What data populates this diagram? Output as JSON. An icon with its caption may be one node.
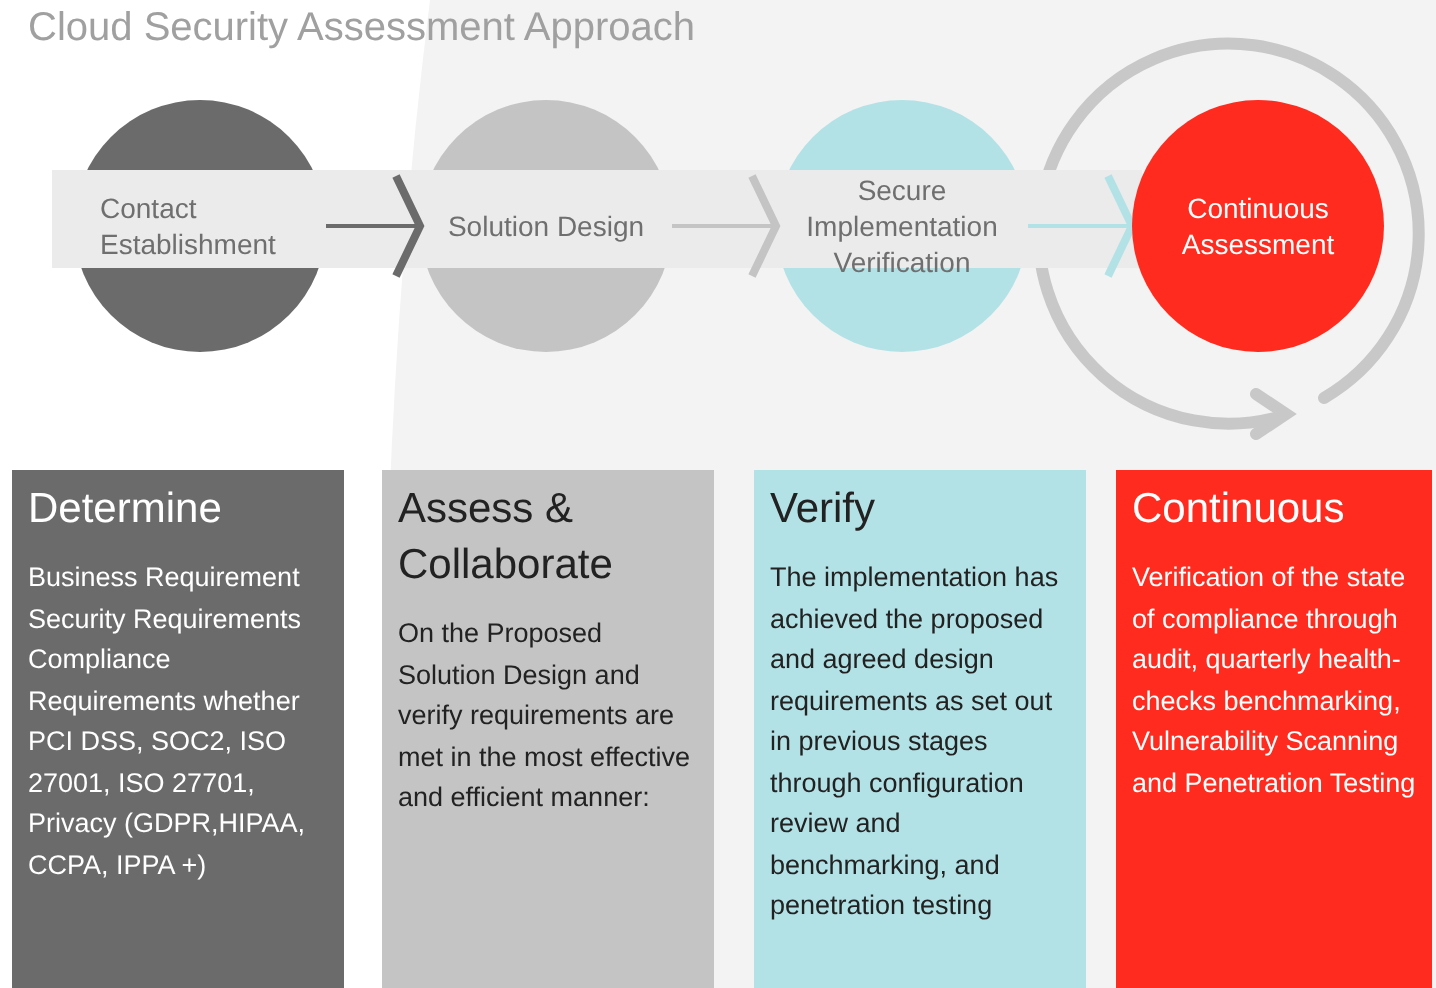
{
  "diagram": {
    "title": "Cloud Security Assessment Approach",
    "nodes": [
      {
        "text": [
          "Contact Establishment"
        ]
      },
      {
        "text": [
          "Solution Design"
        ]
      },
      {
        "text": [
          "Secure Implementation Verification"
        ]
      },
      {
        "text": [
          "Continuous Assessment"
        ]
      },
      {
        "text": [
          "Determine",
          "Business Requirement Security Requirements Compliance Requirements whether PCI DSS, SOC2, ISO 27001, ISO 27701, Privacy (GDPR,HIPAA, CCPA, IPPA +)"
        ]
      },
      {
        "text": [
          "Assess & Collaborate",
          "On the Proposed Solution Design and verify requirements are met in the most effective and efficient manner:"
        ]
      },
      {
        "text": [
          "Verify",
          "The implementation has achieved the proposed and agreed design requirements as set out in previous stages through configuration review and benchmarking, and penetration testing"
        ]
      },
      {
        "text": [
          "Continuous",
          "Verification of the state of compliance through audit, quarterly health-checks benchmarking, Vulnerability Scanning and Penetration Testing"
        ]
      }
    ],
    "edges": [
      {
        "from": 0,
        "to": 1,
        "arrow": "to",
        "color": "#6b6b6b"
      },
      {
        "from": 1,
        "to": 2,
        "arrow": "to",
        "color": "#c4c4c4"
      },
      {
        "from": 2,
        "to": 3,
        "arrow": "to",
        "color": "#b3e2e6"
      }
    ]
  }
}
